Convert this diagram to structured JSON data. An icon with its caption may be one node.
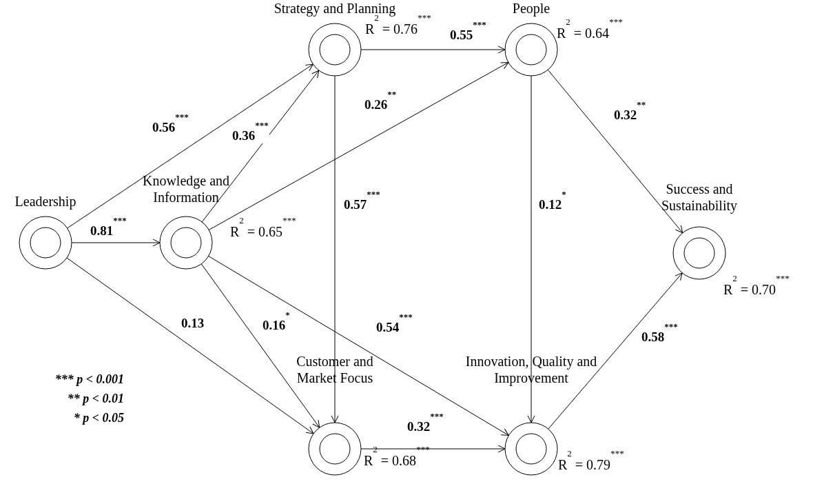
{
  "diagram": {
    "nodes": [
      {
        "text": [
          "Leadership"
        ]
      },
      {
        "text": [
          "Knowledge and Information"
        ],
        "beside": [
          "R$^{2}$ = 0.65$^{***}$"
        ]
      },
      {
        "text": [
          "Strategy and Planning"
        ],
        "beside": [
          "R$^{2}$ = 0.76$^{***}$"
        ]
      },
      {
        "text": [
          "People"
        ],
        "beside": [
          "R$^{2}$ = 0.64$^{***}$"
        ]
      },
      {
        "text": [
          "Customer and Market Focus"
        ],
        "beside": [
          "R$^{2}$ = 0.68$^{***}$"
        ]
      },
      {
        "text": [
          "Innovation, Quality and Improvement"
        ],
        "beside": [
          "R$^{2}$ = 0.79$^{***}$"
        ]
      },
      {
        "text": [
          "Success and Sustainability"
        ],
        "beside": [
          "R$^{2}$ = 0.70$^{***}$"
        ]
      }
    ],
    "edges": [
      {
        "from": 0,
        "to": 2,
        "arrow": "to",
        "label": "0.56$^{***}$"
      },
      {
        "from": 0,
        "to": 1,
        "arrow": "to",
        "label": "0.81$^{***}$"
      },
      {
        "from": 0,
        "to": 4,
        "arrow": "to",
        "label": "0.13"
      },
      {
        "from": 1,
        "to": 2,
        "arrow": "to",
        "label": "0.36$^{***}$"
      },
      {
        "from": 1,
        "to": 3,
        "arrow": "to",
        "label": "0.26$^{**}$"
      },
      {
        "from": 1,
        "to": 4,
        "arrow": "to",
        "label": "0.16$^{*}$"
      },
      {
        "from": 1,
        "to": 5,
        "arrow": "to",
        "label": "0.54$^{***}$"
      },
      {
        "from": 2,
        "to": 3,
        "arrow": "to",
        "label": "0.55$^{***}$"
      },
      {
        "from": 2,
        "to": 4,
        "arrow": "to",
        "label": "0.57$^{***}$"
      },
      {
        "from": 3,
        "to": 5,
        "arrow": "to",
        "label": "0.12$^{*}$"
      },
      {
        "from": 3,
        "to": 6,
        "arrow": "to",
        "label": "0.32$^{**}$"
      },
      {
        "from": 4,
        "to": 5,
        "arrow": "to",
        "label": "0.32$^{***}$"
      },
      {
        "from": 5,
        "to": 6,
        "arrow": "to",
        "label": "0.58$^{***}$"
      }
    ],
    "labels": [
      "*** p < 0.001",
      "** p < 0.01",
      "* p < 0.05"
    ]
  }
}
